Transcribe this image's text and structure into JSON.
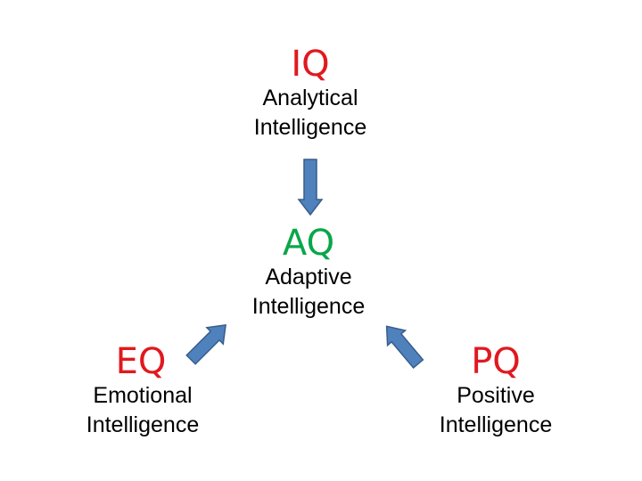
{
  "colors": {
    "red": "#e0191f",
    "green": "#0aa64a",
    "arrow_fill": "#4f81bd",
    "arrow_stroke": "#385d8a"
  },
  "nodes": {
    "iq": {
      "abbr": "IQ",
      "line1": "Analytical",
      "line2": "Intelligence"
    },
    "aq": {
      "abbr": "AQ",
      "line1": "Adaptive",
      "line2": "Intelligence"
    },
    "eq": {
      "abbr": "EQ",
      "line1": "Emotional",
      "line2": "Intelligence"
    },
    "pq": {
      "abbr": "PQ",
      "line1": "Positive",
      "line2": "Intelligence"
    }
  },
  "edges": [
    {
      "from": "iq",
      "to": "aq"
    },
    {
      "from": "eq",
      "to": "aq"
    },
    {
      "from": "pq",
      "to": "aq"
    }
  ]
}
